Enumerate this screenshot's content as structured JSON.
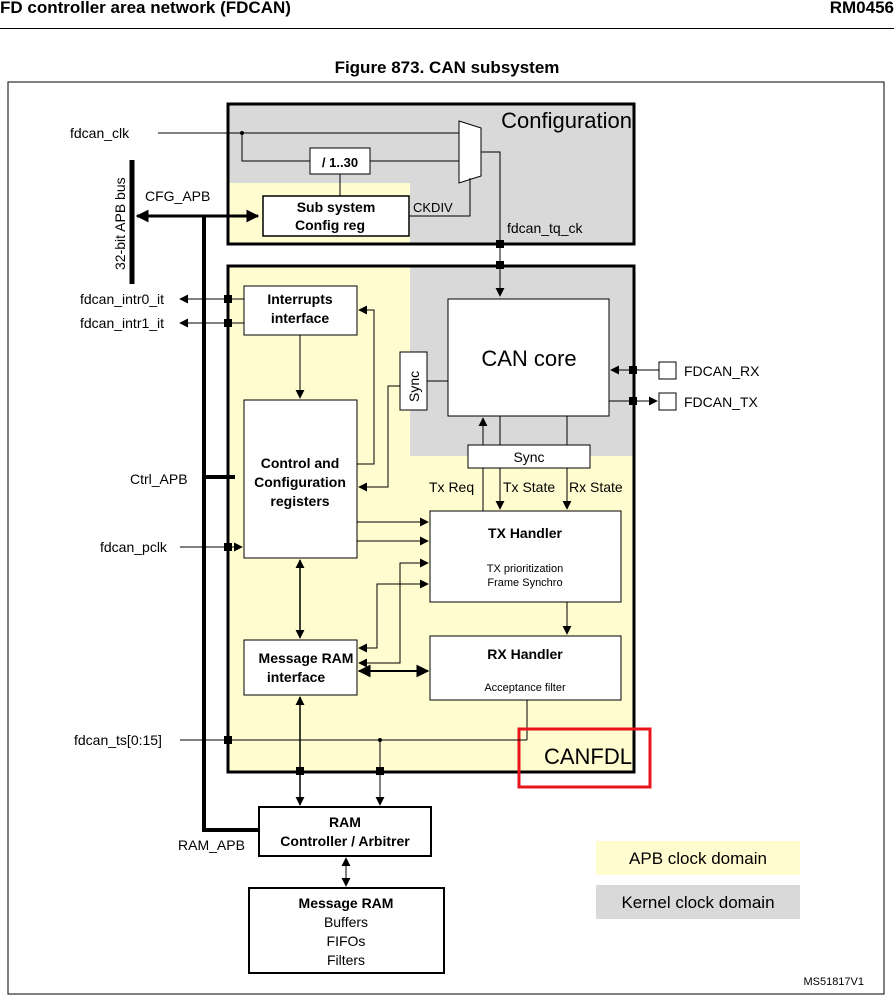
{
  "header": {
    "section": "FD controller area network (FDCAN)",
    "doc_id": "RM0456"
  },
  "figure": {
    "title": "Figure 873. CAN subsystem",
    "code": "MS51817V1"
  },
  "blocks": {
    "configuration": "Configuration",
    "divider": "/ 1..30",
    "subsys_line1": "Sub system",
    "subsys_line2": "Config reg",
    "interrupts_line1": "Interrupts",
    "interrupts_line2": "interface",
    "ctrl_line1": "Control and",
    "ctrl_line2": "Configuration",
    "ctrl_line3": "registers",
    "msgram_if_line1": "Message RAM",
    "msgram_if_line2": "interface",
    "can_core": "CAN core",
    "sync_v": "Sync",
    "sync_h": "Sync",
    "tx_handler": "TX Handler",
    "tx_sub1": "TX prioritization",
    "tx_sub2": "Frame Synchro",
    "rx_handler": "RX Handler",
    "rx_sub1": "Acceptance filter",
    "canfdl": "CANFDL",
    "ram_ctrl_line1": "RAM",
    "ram_ctrl_line2": "Controller / Arbitrer",
    "msgram_line1": "Message RAM",
    "msgram_line2": "Buffers",
    "msgram_line3": "FIFOs",
    "msgram_line4": "Filters"
  },
  "signals": {
    "fdcan_clk": "fdcan_clk",
    "cfg_apb": "CFG_APB",
    "apb_bus": "32-bit APB bus",
    "ckdiv": "CKDIV",
    "fdcan_tq_ck": "fdcan_tq_ck",
    "fdcan_intr0_it": "fdcan_intr0_it",
    "fdcan_intr1_it": "fdcan_intr1_it",
    "ctrl_apb": "Ctrl_APB",
    "fdcan_pclk": "fdcan_pclk",
    "fdcan_ts": "fdcan_ts[0:15]",
    "ram_apb": "RAM_APB",
    "fdcan_rx": "FDCAN_RX",
    "fdcan_tx": "FDCAN_TX",
    "tx_req": "Tx Req",
    "tx_state": "Tx State",
    "rx_state": "Rx State"
  },
  "legend": {
    "apb": "APB clock domain",
    "kernel": "Kernel clock domain"
  },
  "colors": {
    "apb_domain": "#FFFCCF",
    "kernel_domain": "#D9D9D9",
    "highlight": "#E8141B"
  }
}
